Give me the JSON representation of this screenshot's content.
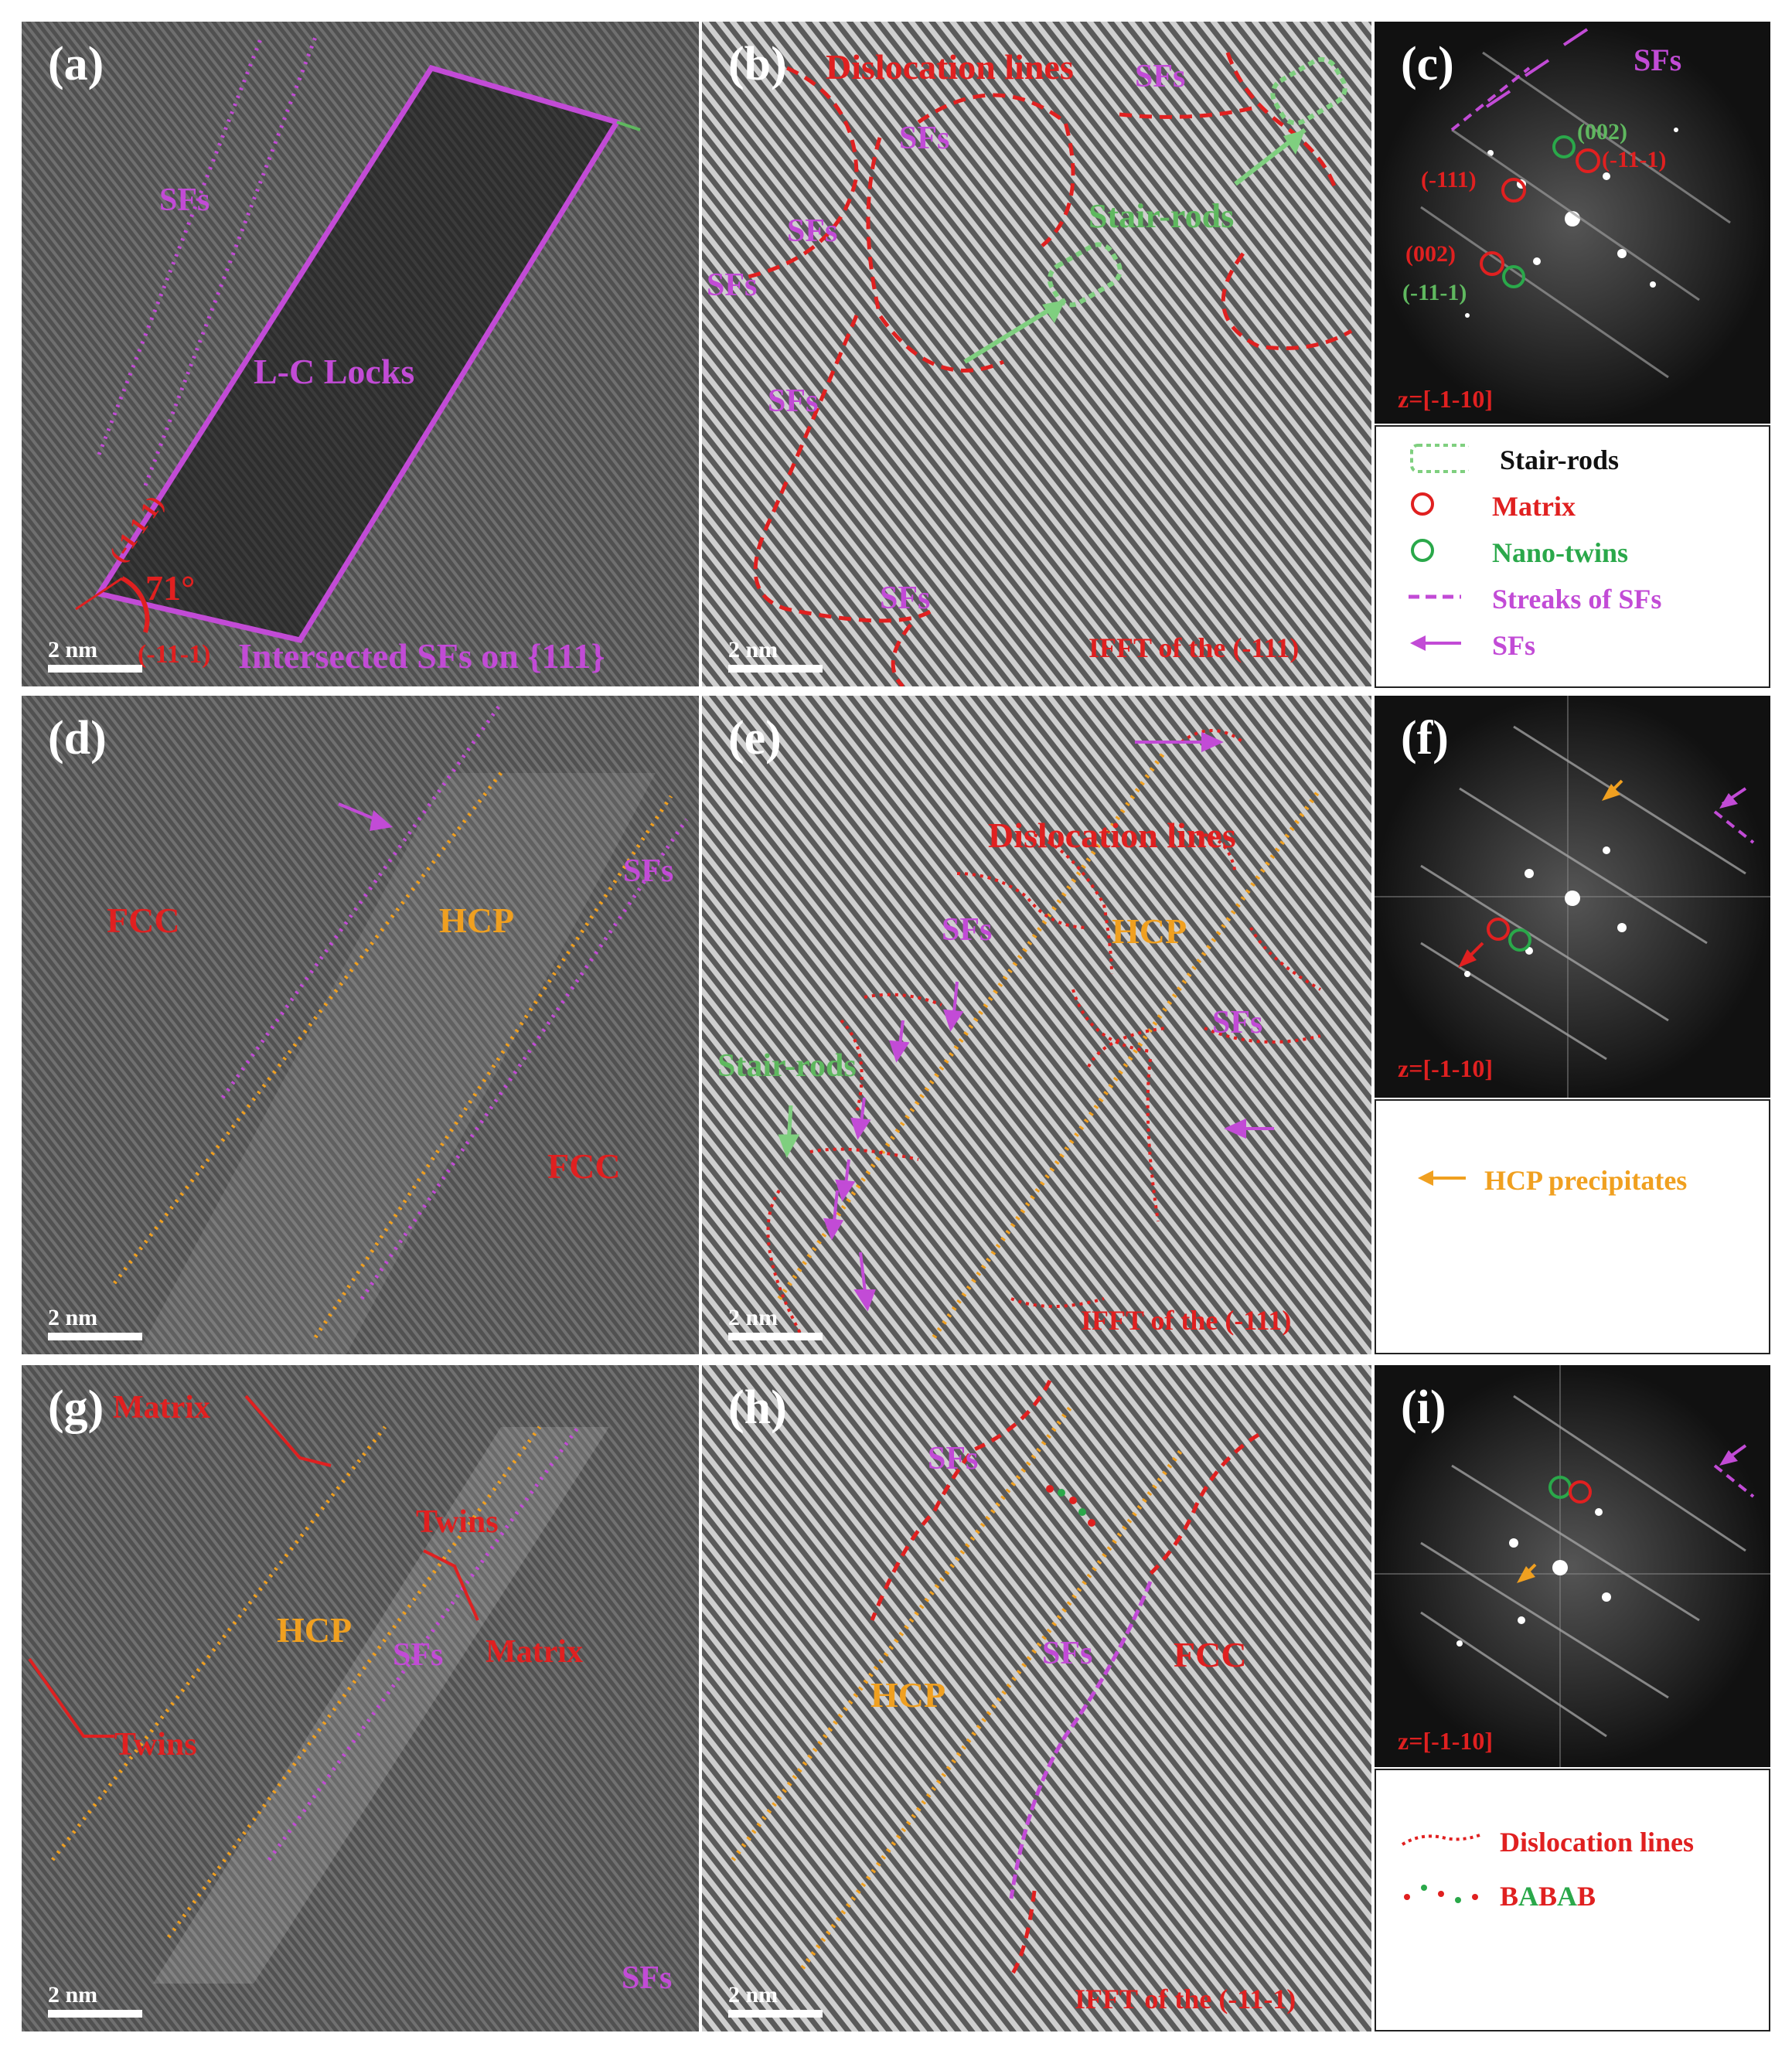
{
  "panels": {
    "a": {
      "label": "(a)",
      "scale": "2 nm",
      "sfs": "SFs",
      "lc_locks": "L-C Locks",
      "angle": "71°",
      "plane1": "(-1 1 1)",
      "plane2": "(-11-1)",
      "intersected": "Intersected SFs on {111}"
    },
    "b": {
      "label": "(b)",
      "scale": "2 nm",
      "dislocation": "Dislocation lines",
      "sfs": "SFs",
      "stair_rods": "Stair-rods",
      "ifft": "IFFT of the (-111)"
    },
    "c": {
      "label": "(c)",
      "sfs": "SFs",
      "spot_002_top": "(002)",
      "spot_m111": "(-111)",
      "spot_m11m1": "(-11-1)",
      "spot_002_red": "(002)",
      "spot_m11m1_green": "(-11-1)",
      "zone": "z=[-1-10]"
    },
    "d": {
      "label": "(d)",
      "scale": "2 nm",
      "fcc1": "FCC",
      "fcc2": "FCC",
      "hcp": "HCP",
      "sfs": "SFs"
    },
    "e": {
      "label": "(e)",
      "scale": "2 nm",
      "dislocation": "Dislocation lines",
      "sfs1": "SFs",
      "sfs2": "SFs",
      "hcp": "HCP",
      "stair_rods": "Stair-rods",
      "ifft": "IFFT of  the (-111)"
    },
    "f": {
      "label": "(f)",
      "zone": "z=[-1-10]"
    },
    "g": {
      "label": "(g)",
      "scale": "2 nm",
      "matrix1": "Matrix",
      "matrix2": "Matrix",
      "twins1": "Twins",
      "twins2": "Twins",
      "hcp": "HCP",
      "sfs1": "SFs",
      "sfs2": "SFs"
    },
    "h": {
      "label": "(h)",
      "scale": "2 nm",
      "sfs1": "SFs",
      "sfs2": "SFs",
      "hcp": "HCP",
      "fcc": "FCC",
      "ifft": "IFFT of  the (-11-1)"
    },
    "i": {
      "label": "(i)",
      "zone": "z=[-1-10]"
    }
  },
  "legend_c": [
    {
      "symbol": "stair-rod-box",
      "label": "Stair-rods",
      "color": "#111111"
    },
    {
      "symbol": "red-circle",
      "label": "Matrix",
      "color": "#e02020"
    },
    {
      "symbol": "green-circle",
      "label": "Nano-twins",
      "color": "#2aa84a"
    },
    {
      "symbol": "magenta-dash",
      "label": "Streaks of SFs",
      "color": "#c24bd6"
    },
    {
      "symbol": "magenta-arrow",
      "label": "SFs",
      "color": "#c24bd6"
    }
  ],
  "legend_f": [
    {
      "symbol": "orange-arrow",
      "label": "HCP precipitates",
      "color": "#f0a020"
    }
  ],
  "legend_i": [
    {
      "symbol": "red-dotted-line",
      "label": "Dislocation lines",
      "color": "#e02020"
    },
    {
      "symbol": "abab-dots",
      "label_b1": "B",
      "label_a1": "A",
      "label_b2": "B",
      "label_a2": "A",
      "label_b3": "B"
    }
  ],
  "colors": {
    "magenta": "#c24bd6",
    "red": "#e02020",
    "green": "#5fb85f",
    "orange": "#f0a020"
  }
}
